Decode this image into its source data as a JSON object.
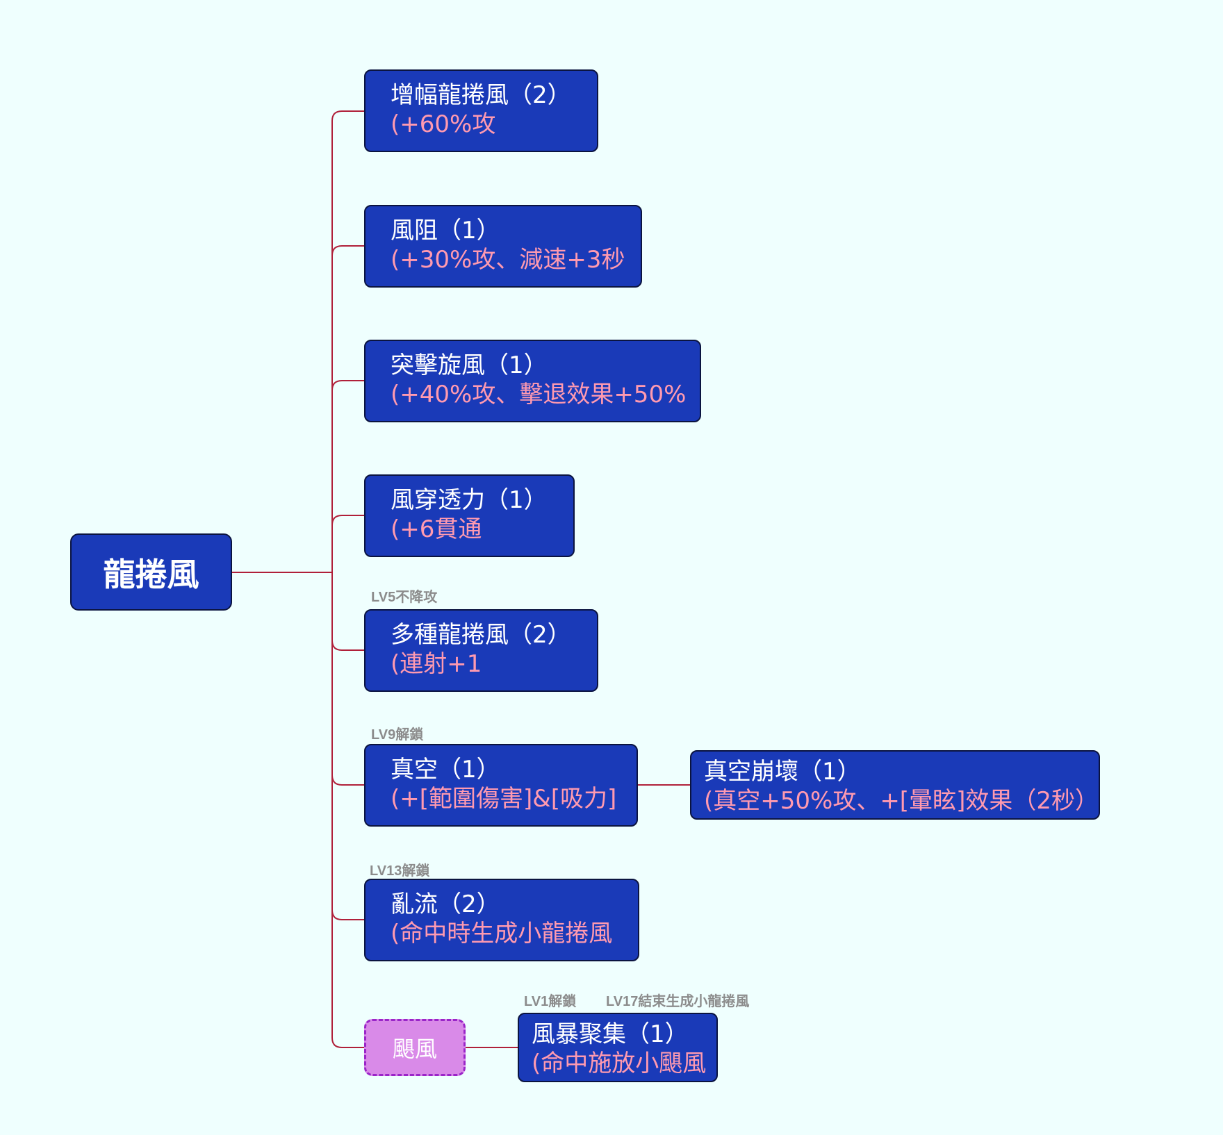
{
  "root": {
    "label": "龍捲風"
  },
  "nodes": [
    {
      "title": "增幅龍捲風（2）",
      "desc": "(+60%攻"
    },
    {
      "title": "風阻（1）",
      "desc": "(+30%攻、減速+3秒"
    },
    {
      "title": "突擊旋風（1）",
      "desc": "(+40%攻、擊退效果+50%"
    },
    {
      "title": "風穿透力（1）",
      "desc": "(+6貫通"
    },
    {
      "title": "多種龍捲風（2）",
      "desc": "(連射+1",
      "tag": "LV5不降攻"
    },
    {
      "title": "真空（1）",
      "desc": "(+[範圍傷害]&[吸力]",
      "tag": "LV9解鎖"
    },
    {
      "title": "亂流（2）",
      "desc": "(命中時生成小龍捲風",
      "tag": "LV13解鎖"
    }
  ],
  "vacuum_child": {
    "title": "真空崩壞（1）",
    "desc": "(真空+50%攻、+[暈眩]效果（2秒）"
  },
  "gust": {
    "label": "颶風",
    "tag_unlock": "LV1解鎖",
    "tag_end": "LV17結束生成小龍捲風",
    "child": {
      "title": "風暴聚集（1）",
      "desc": "(命中施放小颶風"
    }
  },
  "colors": {
    "background": "#effffe",
    "node_fill": "#1a3ab8",
    "node_text": "#ffffff",
    "desc_text": "#ff9ab0",
    "connector": "#b0203a",
    "tag_text": "#8c8c8c",
    "gust_fill": "#d98ae8",
    "gust_border": "#9a25c8"
  }
}
